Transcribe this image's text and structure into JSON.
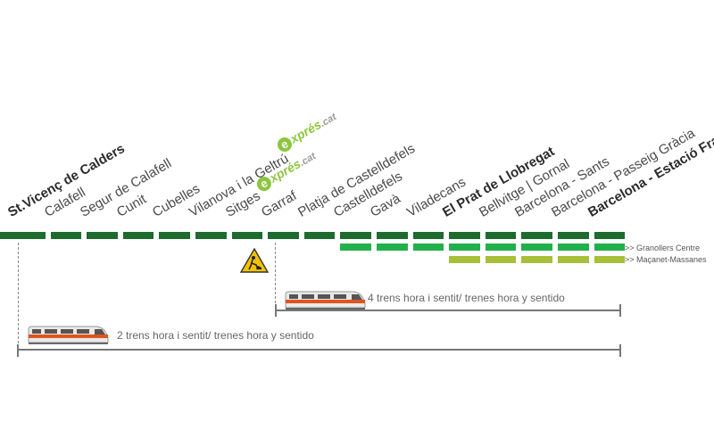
{
  "stations": [
    {
      "name": "St.Vicenç de Calders",
      "bold": true
    },
    {
      "name": "Calafell",
      "bold": false
    },
    {
      "name": "Segur de Calafell",
      "bold": false
    },
    {
      "name": "Cunit",
      "bold": false
    },
    {
      "name": "Cubelles",
      "bold": false
    },
    {
      "name": "Vilanova i la Geltrú",
      "bold": false
    },
    {
      "name": "Sitges",
      "bold": false
    },
    {
      "name": "Garraf",
      "bold": false
    },
    {
      "name": "Platja de Castelldefels",
      "bold": false
    },
    {
      "name": "Castelldefels",
      "bold": false
    },
    {
      "name": "Gavà",
      "bold": false
    },
    {
      "name": "Viladecans",
      "bold": false
    },
    {
      "name": "El Prat de Llobregat",
      "bold": true
    },
    {
      "name": "Bellvitge | Gornal",
      "bold": false
    },
    {
      "name": "Barcelona - Sants",
      "bold": false
    },
    {
      "name": "Barcelona - Passeig Gràcia",
      "bold": false
    },
    {
      "name": "Barcelona - Estació França",
      "bold": true
    }
  ],
  "express": {
    "e_letter": "e",
    "text": "xprés",
    "suffix": ".cat"
  },
  "branches": {
    "granollers": ">> Granollers Centre",
    "macanet": ">> Maçanet-Massanes"
  },
  "frequencies": {
    "upper": "4 trens hora i sentit/ trenes  hora y sentido",
    "lower": "2 trens hora i sentit/ trenes hora y sentido"
  },
  "colors": {
    "dark_green": "#1e6b2e",
    "light_green": "#22b04b",
    "olive": "#a8bf3a",
    "express_green": "#8cc63f",
    "bracket_gray": "#777777"
  },
  "icons": {
    "works": "roadworks-warning-icon",
    "train": "train-icon"
  }
}
